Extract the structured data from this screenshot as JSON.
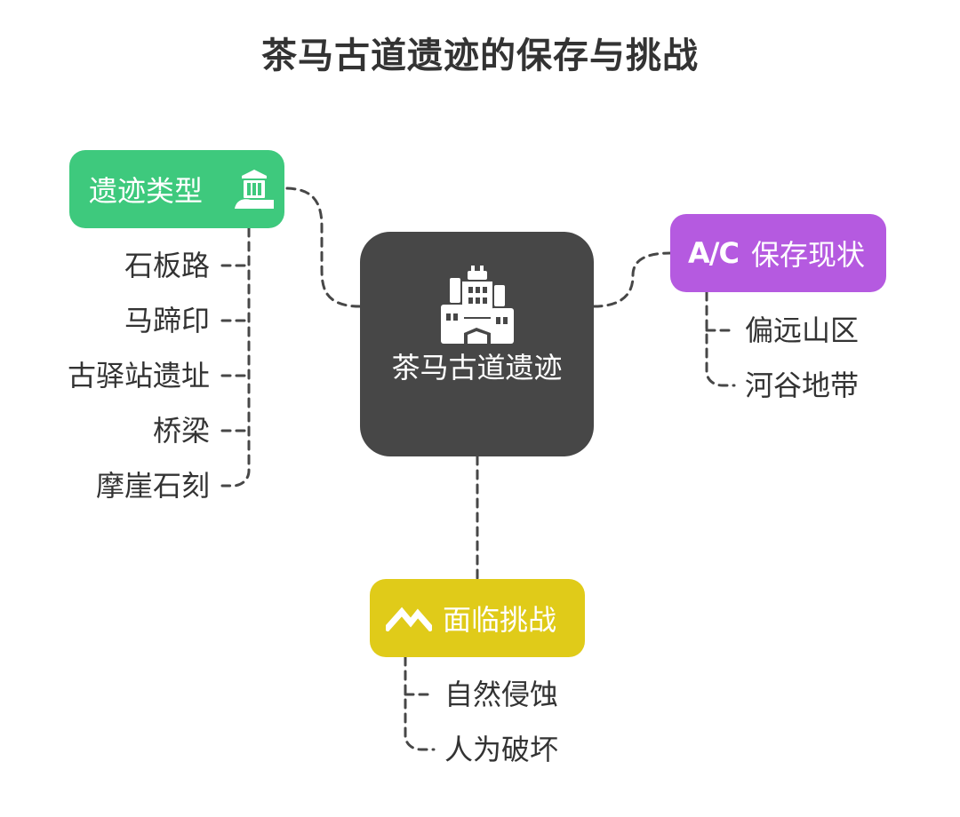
{
  "title": "茶马古道遗迹的保存与挑战",
  "center": {
    "label": "茶马古道遗迹",
    "icon": "palace-icon"
  },
  "branches": {
    "types": {
      "label": "遗迹类型",
      "icon": "tower-icon",
      "color": "#3ec97d",
      "leaves": [
        "石板路",
        "马蹄印",
        "古驿站遗址",
        "桥梁",
        "摩崖石刻"
      ]
    },
    "status": {
      "label": "保存现状",
      "icon_text": "A/C",
      "color": "#b55ae0",
      "leaves": [
        "偏远山区",
        "河谷地带"
      ]
    },
    "challenge": {
      "label": "面临挑战",
      "icon": "mountain-icon",
      "color": "#e0cb19",
      "leaves": [
        "自然侵蚀",
        "人为破坏"
      ]
    }
  },
  "colors": {
    "center_bg": "#474747",
    "text": "#333333",
    "line": "#474747"
  }
}
